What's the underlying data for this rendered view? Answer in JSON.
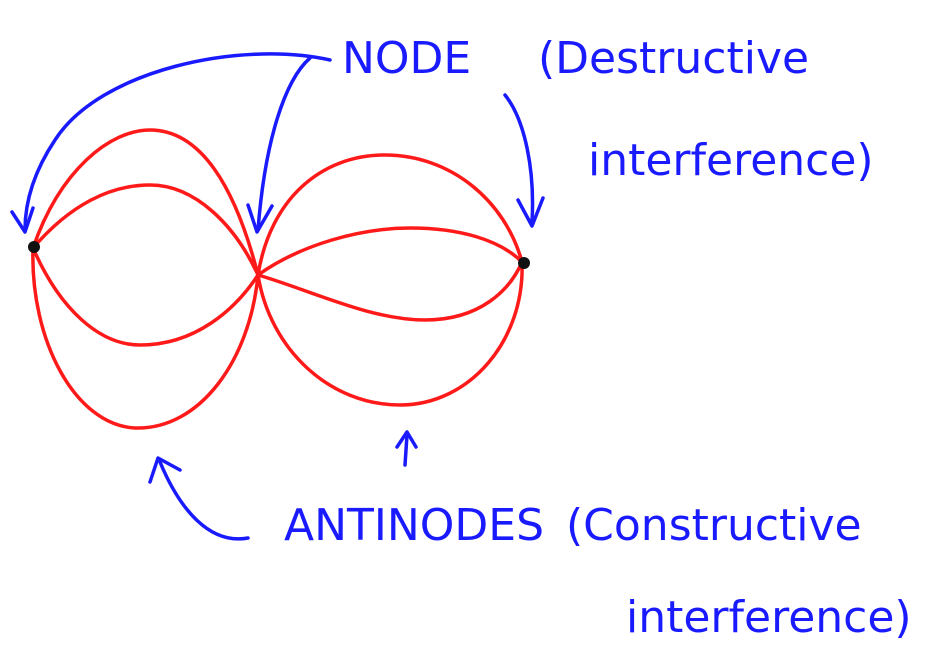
{
  "node_label": {
    "title": "NODE",
    "note_line1": "(Destructive",
    "note_line2": "interference)"
  },
  "antinode_label": {
    "title": "ANTINODES",
    "note_line1": "(Constructive",
    "note_line2": "interference)"
  },
  "colors": {
    "wave": "#ff1a1a",
    "annotation": "#1a1aff",
    "endpoint": "#000000"
  }
}
